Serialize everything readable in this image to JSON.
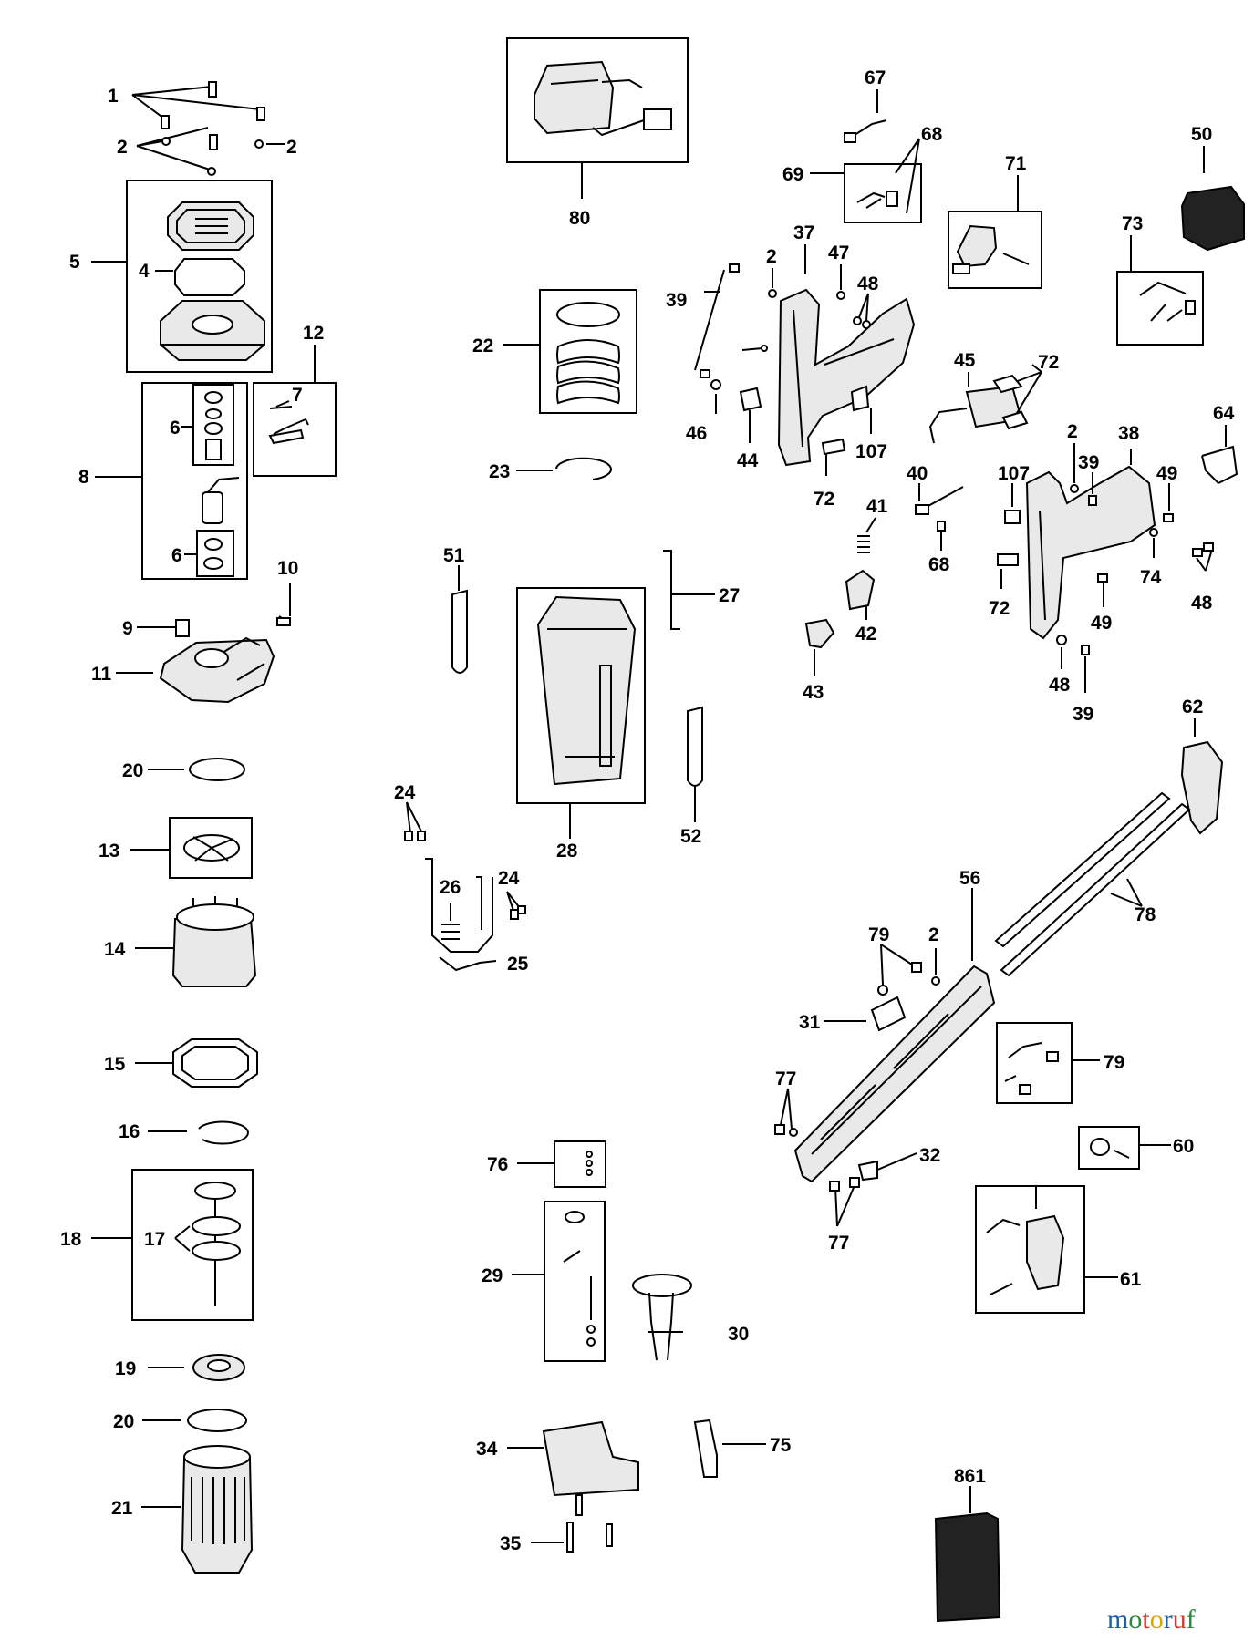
{
  "labels": [
    {
      "id": "p1",
      "text": "1"
    },
    {
      "id": "p2a",
      "text": "2"
    },
    {
      "id": "p2b",
      "text": "2"
    },
    {
      "id": "p4",
      "text": "4"
    },
    {
      "id": "p5",
      "text": "5"
    },
    {
      "id": "p6a",
      "text": "6"
    },
    {
      "id": "p6b",
      "text": "6"
    },
    {
      "id": "p7",
      "text": "7"
    },
    {
      "id": "p8",
      "text": "8"
    },
    {
      "id": "p9",
      "text": "9"
    },
    {
      "id": "p10",
      "text": "10"
    },
    {
      "id": "p11",
      "text": "11"
    },
    {
      "id": "p12",
      "text": "12"
    },
    {
      "id": "p13",
      "text": "13"
    },
    {
      "id": "p14",
      "text": "14"
    },
    {
      "id": "p15",
      "text": "15"
    },
    {
      "id": "p16",
      "text": "16"
    },
    {
      "id": "p17",
      "text": "17"
    },
    {
      "id": "p18",
      "text": "18"
    },
    {
      "id": "p19",
      "text": "19"
    },
    {
      "id": "p20a",
      "text": "20"
    },
    {
      "id": "p20b",
      "text": "20"
    },
    {
      "id": "p21",
      "text": "21"
    },
    {
      "id": "p22",
      "text": "22"
    },
    {
      "id": "p23",
      "text": "23"
    },
    {
      "id": "p24a",
      "text": "24"
    },
    {
      "id": "p24b",
      "text": "24"
    },
    {
      "id": "p25",
      "text": "25"
    },
    {
      "id": "p26",
      "text": "26"
    },
    {
      "id": "p27",
      "text": "27"
    },
    {
      "id": "p28",
      "text": "28"
    },
    {
      "id": "p29",
      "text": "29"
    },
    {
      "id": "p30",
      "text": "30"
    },
    {
      "id": "p31",
      "text": "31"
    },
    {
      "id": "p32",
      "text": "32"
    },
    {
      "id": "p34",
      "text": "34"
    },
    {
      "id": "p35",
      "text": "35"
    },
    {
      "id": "p37",
      "text": "37"
    },
    {
      "id": "p38",
      "text": "38"
    },
    {
      "id": "p39a",
      "text": "39"
    },
    {
      "id": "p39b",
      "text": "39"
    },
    {
      "id": "p39c",
      "text": "39"
    },
    {
      "id": "p40",
      "text": "40"
    },
    {
      "id": "p41",
      "text": "41"
    },
    {
      "id": "p42",
      "text": "42"
    },
    {
      "id": "p43",
      "text": "43"
    },
    {
      "id": "p44",
      "text": "44"
    },
    {
      "id": "p45",
      "text": "45"
    },
    {
      "id": "p46",
      "text": "46"
    },
    {
      "id": "p47",
      "text": "47"
    },
    {
      "id": "p48a",
      "text": "48"
    },
    {
      "id": "p48b",
      "text": "48"
    },
    {
      "id": "p48c",
      "text": "48"
    },
    {
      "id": "p49a",
      "text": "49"
    },
    {
      "id": "p49b",
      "text": "49"
    },
    {
      "id": "p50",
      "text": "50"
    },
    {
      "id": "p51",
      "text": "51"
    },
    {
      "id": "p52",
      "text": "52"
    },
    {
      "id": "p56",
      "text": "56"
    },
    {
      "id": "p60",
      "text": "60"
    },
    {
      "id": "p61",
      "text": "61"
    },
    {
      "id": "p62",
      "text": "62"
    },
    {
      "id": "p64",
      "text": "64"
    },
    {
      "id": "p67",
      "text": "67"
    },
    {
      "id": "p68a",
      "text": "68"
    },
    {
      "id": "p68b",
      "text": "68"
    },
    {
      "id": "p69",
      "text": "69"
    },
    {
      "id": "p71",
      "text": "71"
    },
    {
      "id": "p72a",
      "text": "72"
    },
    {
      "id": "p72b",
      "text": "72"
    },
    {
      "id": "p72c",
      "text": "72"
    },
    {
      "id": "p73",
      "text": "73"
    },
    {
      "id": "p74",
      "text": "74"
    },
    {
      "id": "p75",
      "text": "75"
    },
    {
      "id": "p76",
      "text": "76"
    },
    {
      "id": "p77a",
      "text": "77"
    },
    {
      "id": "p77b",
      "text": "77"
    },
    {
      "id": "p78",
      "text": "78"
    },
    {
      "id": "p79a",
      "text": "79"
    },
    {
      "id": "p79b",
      "text": "79"
    },
    {
      "id": "p80",
      "text": "80"
    },
    {
      "id": "p107a",
      "text": "107"
    },
    {
      "id": "p107b",
      "text": "107"
    },
    {
      "id": "p2c",
      "text": "2"
    },
    {
      "id": "p2d",
      "text": "2"
    },
    {
      "id": "p2e",
      "text": "2"
    },
    {
      "id": "p861",
      "text": "861"
    }
  ],
  "watermark": {
    "text": "motoruf",
    "colors": [
      "#1b5fa8",
      "#2a8a3a",
      "#d33a2c",
      "#e0a400",
      "#1b5fa8",
      "#d33a2c",
      "#2a8a3a"
    ]
  }
}
